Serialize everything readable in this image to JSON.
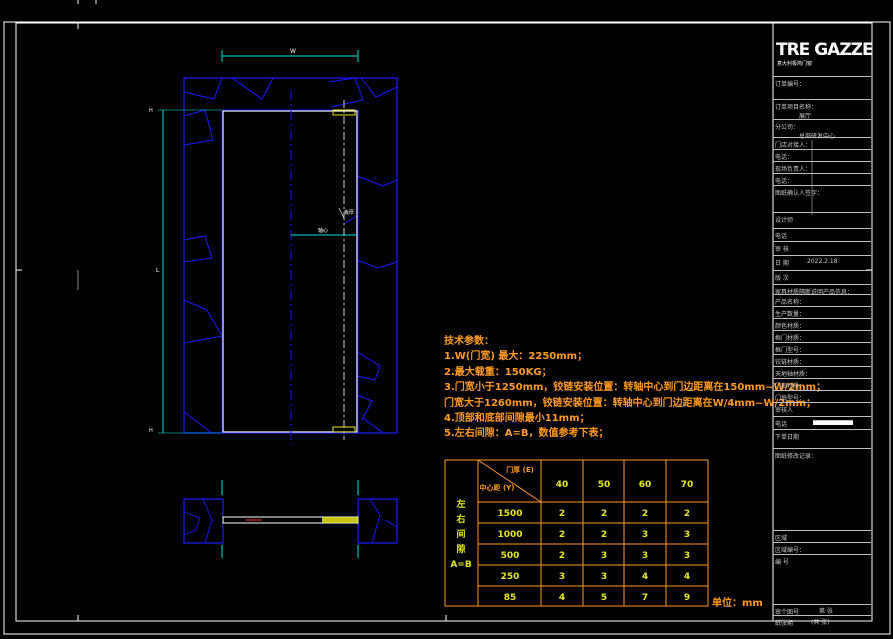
{
  "drawing": {
    "colors": {
      "frame": "#ffffff",
      "blue": "#1a1aff",
      "cyan": "#00e5e5",
      "orange": "#ff9a1a",
      "yellow": "#e6e619",
      "door": "#ffffff",
      "green": "#22cc22"
    },
    "dim_labels": {
      "width_top": "W",
      "height_left": "L",
      "left_top": "H",
      "left_bottom": "H",
      "hinge_axis": "轴心",
      "axis_tag": "板厚"
    }
  },
  "notes": {
    "title": "技术参数：",
    "items": [
      "1.W(门宽) 最大：2250mm；",
      "2.最大载重：150KG；",
      "3.门宽小于1250mm，铰链安装位置：转轴中心到门边距离在150mm~W/2mm；",
      "  门宽大于1260mm，铰链安装位置：转轴中心到门边距离在W/4mm~W/2mm；",
      "4.顶部和底部间隙最小11mm；",
      "5.左右间隙：A=B，数值参考下表；"
    ],
    "unit": "单位：mm"
  },
  "gap_table": {
    "side_label": "左右间隙A=B",
    "header_thickness": "门厚 (E)",
    "header_center": "中心距 (Y)",
    "columns": [
      "40",
      "50",
      "60",
      "70"
    ],
    "rows": [
      {
        "y": "1500",
        "values": [
          "2",
          "2",
          "2",
          "2"
        ]
      },
      {
        "y": "1000",
        "values": [
          "2",
          "2",
          "3",
          "3"
        ]
      },
      {
        "y": "500",
        "values": [
          "2",
          "3",
          "3",
          "3"
        ]
      },
      {
        "y": "250",
        "values": [
          "3",
          "3",
          "4",
          "4"
        ]
      },
      {
        "y": "85",
        "values": [
          "4",
          "5",
          "7",
          "9"
        ]
      }
    ]
  },
  "title_block": {
    "logo": "TRE GAZZE",
    "logo_sub": "意大利极简门窗",
    "rows": [
      {
        "label": "订单编号：",
        "value": ""
      },
      {
        "label": "订单项目名称：",
        "value": "展厅"
      },
      {
        "label": "分公司：",
        "value": "总部研发中心"
      },
      {
        "label": "门店对接人：",
        "value": ""
      },
      {
        "label": "电话：",
        "value": ""
      },
      {
        "label": "现场负责人：",
        "value": ""
      },
      {
        "label": "电话：",
        "value": ""
      },
      {
        "label": "图纸确认人签字：",
        "value": ""
      },
      {
        "label": "设计师",
        "value": ""
      },
      {
        "label": "电话",
        "value": ""
      },
      {
        "label": "审 核",
        "value": ""
      },
      {
        "label": "日 期",
        "value": "2022.2.18"
      },
      {
        "label": "版 次",
        "value": ""
      },
      {
        "label": "家具材质隔断说明产品信息：",
        "value": ""
      },
      {
        "label": "产品名称：",
        "value": ""
      },
      {
        "label": "生产数量：",
        "value": ""
      },
      {
        "label": "颜色材质：",
        "value": ""
      },
      {
        "label": "框门材质：",
        "value": ""
      },
      {
        "label": "框门型号：",
        "value": ""
      },
      {
        "label": "铰链材质：",
        "value": ""
      },
      {
        "label": "天地轴材质：",
        "value": ""
      },
      {
        "label": "门扇材质：",
        "value": ""
      },
      {
        "label": "门扇型号：",
        "value": ""
      },
      {
        "label": "审核人",
        "value": ""
      },
      {
        "label": "电话",
        "value": ""
      },
      {
        "label": "下单日期",
        "value": ""
      },
      {
        "label": "图纸修改记录：",
        "value": ""
      },
      {
        "label": "区域",
        "value": ""
      },
      {
        "label": "区域编号：",
        "value": ""
      },
      {
        "label": "编 号",
        "value": ""
      },
      {
        "label": "审个图号",
        "value": "第 张"
      },
      {
        "label": "纸张期",
        "value": "(共 张)"
      }
    ]
  }
}
